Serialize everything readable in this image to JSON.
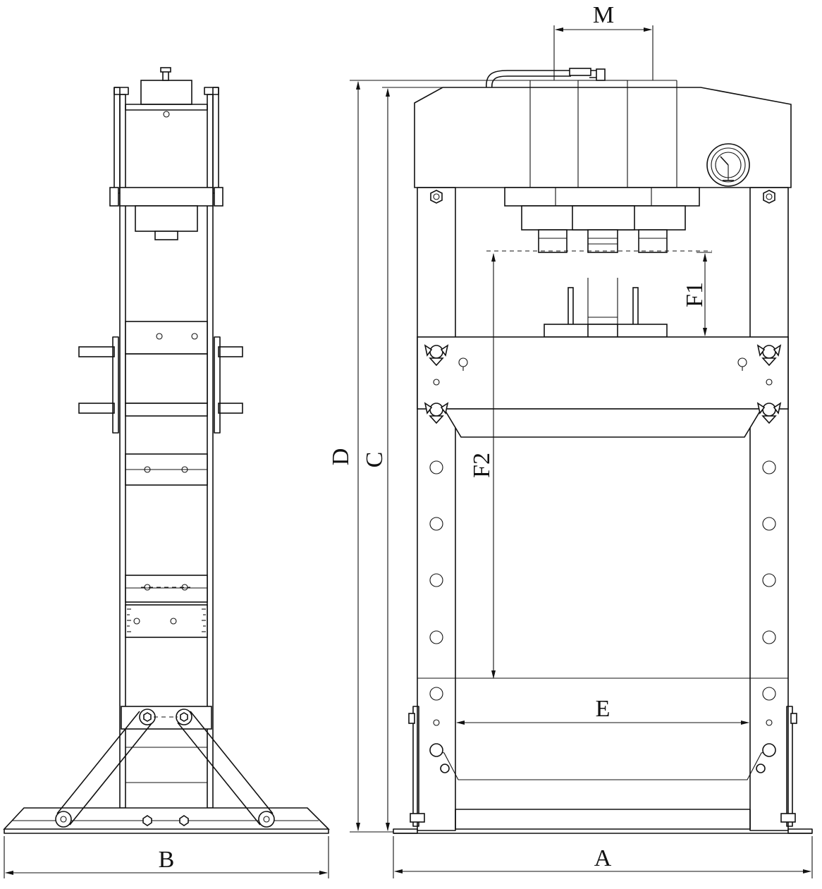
{
  "dimension_labels": {
    "overall_width_front": "A",
    "base_width_side": "B",
    "frame_height": "C",
    "overall_height": "D",
    "inner_width": "E",
    "ram_stroke": "F1",
    "working_height": "F2",
    "ram_head_width": "M"
  }
}
